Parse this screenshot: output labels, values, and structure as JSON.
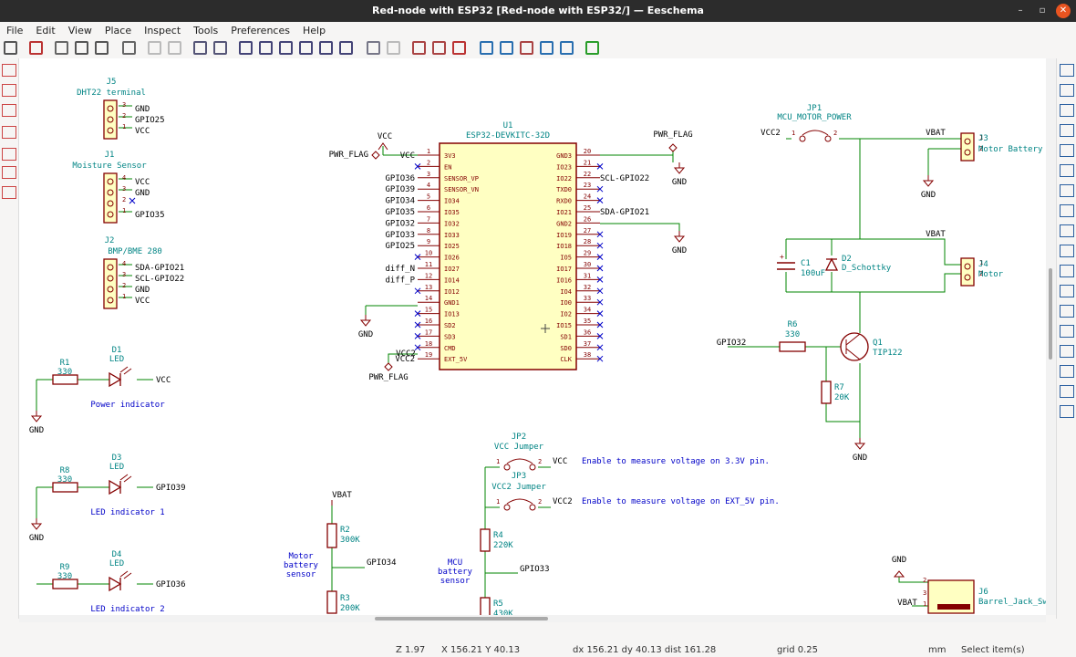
{
  "window": {
    "title": "Red-node with ESP32 [Red-node with ESP32/] — Eeschema",
    "minimize": "–",
    "maximize": "▫",
    "close": "✕"
  },
  "menu": [
    "File",
    "Edit",
    "View",
    "Place",
    "Inspect",
    "Tools",
    "Preferences",
    "Help"
  ],
  "colors": {
    "wire": "#008400",
    "body": "#840000",
    "bodyfill": "#ffffc2",
    "ref": "#008484",
    "val": "#008484",
    "pin": "#840000",
    "label": "#000000",
    "nc": "#0000c8",
    "text": "#0000c8",
    "power": "#840000"
  },
  "schematic": {
    "j5": {
      "ref": "J5",
      "value": "DHT22 terminal",
      "pins": [
        {
          "n": "3",
          "label": "GND"
        },
        {
          "n": "2",
          "label": "GPIO25"
        },
        {
          "n": "1",
          "label": "VCC"
        }
      ]
    },
    "j1": {
      "ref": "J1",
      "value": "Moisture Sensor",
      "pins": [
        {
          "n": "4",
          "label": "VCC"
        },
        {
          "n": "3",
          "label": "GND"
        },
        {
          "n": "2",
          "label": ""
        },
        {
          "n": "1",
          "label": "GPIO35"
        }
      ]
    },
    "j2": {
      "ref": "J2",
      "value": "BMP/BME 280",
      "pins": [
        {
          "n": "4",
          "label": "SDA-GPIO21"
        },
        {
          "n": "3",
          "label": "SCL-GPIO22"
        },
        {
          "n": "2",
          "label": "GND"
        },
        {
          "n": "1",
          "label": "VCC"
        }
      ]
    },
    "u1": {
      "ref": "U1",
      "value": "ESP32-DEVKITC-32D",
      "left_pins": [
        {
          "n": "1",
          "name": "3V3",
          "net": "VCC"
        },
        {
          "n": "2",
          "name": "EN",
          "net": ""
        },
        {
          "n": "3",
          "name": "SENSOR_VP",
          "net": "GPIO36"
        },
        {
          "n": "4",
          "name": "SENSOR_VN",
          "net": "GPIO39"
        },
        {
          "n": "5",
          "name": "IO34",
          "net": "GPIO34"
        },
        {
          "n": "6",
          "name": "IO35",
          "net": "GPIO35"
        },
        {
          "n": "7",
          "name": "IO32",
          "net": "GPIO32"
        },
        {
          "n": "8",
          "name": "IO33",
          "net": "GPIO33"
        },
        {
          "n": "9",
          "name": "IO25",
          "net": "GPIO25"
        },
        {
          "n": "10",
          "name": "IO26",
          "net": ""
        },
        {
          "n": "11",
          "name": "IO27",
          "net": "diff_N"
        },
        {
          "n": "12",
          "name": "IO14",
          "net": "diff_P"
        },
        {
          "n": "13",
          "name": "IO12",
          "net": ""
        },
        {
          "n": "14",
          "name": "GND1",
          "net": ""
        },
        {
          "n": "15",
          "name": "IO13",
          "net": ""
        },
        {
          "n": "16",
          "name": "SD2",
          "net": ""
        },
        {
          "n": "17",
          "name": "SD3",
          "net": ""
        },
        {
          "n": "18",
          "name": "CMD",
          "net": ""
        },
        {
          "n": "19",
          "name": "EXT_5V",
          "net": "VCC2"
        }
      ],
      "right_pins": [
        {
          "n": "20",
          "name": "GND3",
          "net": ""
        },
        {
          "n": "21",
          "name": "IO23",
          "net": ""
        },
        {
          "n": "22",
          "name": "IO22",
          "net": "SCL-GPIO22"
        },
        {
          "n": "23",
          "name": "TXD0",
          "net": ""
        },
        {
          "n": "24",
          "name": "RXD0",
          "net": ""
        },
        {
          "n": "25",
          "name": "IO21",
          "net": "SDA-GPIO21"
        },
        {
          "n": "26",
          "name": "GND2",
          "net": ""
        },
        {
          "n": "27",
          "name": "IO19",
          "net": ""
        },
        {
          "n": "28",
          "name": "IO18",
          "net": ""
        },
        {
          "n": "29",
          "name": "IO5",
          "net": ""
        },
        {
          "n": "30",
          "name": "IO17",
          "net": ""
        },
        {
          "n": "31",
          "name": "IO16",
          "net": ""
        },
        {
          "n": "32",
          "name": "IO4",
          "net": ""
        },
        {
          "n": "33",
          "name": "IO0",
          "net": ""
        },
        {
          "n": "34",
          "name": "IO2",
          "net": ""
        },
        {
          "n": "35",
          "name": "IO15",
          "net": ""
        },
        {
          "n": "36",
          "name": "SD1",
          "net": ""
        },
        {
          "n": "37",
          "name": "SD0",
          "net": ""
        },
        {
          "n": "38",
          "name": "CLK",
          "net": ""
        }
      ]
    },
    "labels": {
      "gnd": "GND",
      "vcc": "VCC",
      "vcc2": "VCC2",
      "vbat": "VBAT",
      "pwr_flag": "PWR_FLAG",
      "gpio32": "GPIO32",
      "gpio34": "GPIO34",
      "gpio33": "GPIO33",
      "gpio39": "GPIO39",
      "gpio36": "GPIO36"
    },
    "jp1": {
      "ref": "JP1",
      "value": "MCU_MOTOR_POWER",
      "p1": "1",
      "p2": "2"
    },
    "j3": {
      "ref": "J3",
      "value": "Motor Battery",
      "p1": "1",
      "p2": "2"
    },
    "j4": {
      "ref": "J4",
      "value": "Motor",
      "p1": "1",
      "p2": "2"
    },
    "c1": {
      "ref": "C1",
      "value": "100uF"
    },
    "d2": {
      "ref": "D2",
      "value": "D_Schottky"
    },
    "r6": {
      "ref": "R6",
      "value": "330"
    },
    "q1": {
      "ref": "Q1",
      "value": "TIP122"
    },
    "r7": {
      "ref": "R7",
      "value": "20K"
    },
    "r1": {
      "ref": "R1",
      "value": "330"
    },
    "d1": {
      "ref": "D1",
      "value": "LED"
    },
    "r8": {
      "ref": "R8",
      "value": "330"
    },
    "d3": {
      "ref": "D3",
      "value": "LED"
    },
    "r9": {
      "ref": "R9",
      "value": "330"
    },
    "d4": {
      "ref": "D4",
      "value": "LED"
    },
    "r2": {
      "ref": "R2",
      "value": "300K"
    },
    "r3": {
      "ref": "R3",
      "value": "200K"
    },
    "r4": {
      "ref": "R4",
      "value": "220K"
    },
    "r5": {
      "ref": "R5",
      "value": "430K"
    },
    "jp2": {
      "ref": "JP2",
      "value": "VCC Jumper",
      "p1": "1",
      "p2": "2"
    },
    "jp3": {
      "ref": "JP3",
      "value": "VCC2 Jumper",
      "p1": "1",
      "p2": "2"
    },
    "j6": {
      "ref": "J6",
      "value": "Barrel_Jack_Switch",
      "p1": "1",
      "p2": "2",
      "p3": "3"
    },
    "notes": {
      "power_indicator": "Power indicator",
      "led1": "LED indicator 1",
      "led2": "LED indicator 2",
      "motor_batt": "Motor battery sensor",
      "mcu_batt": "MCU battery sensor",
      "jp2_note": "Enable to measure voltage on 3.3V pin.",
      "jp3_note": "Enable to measure voltage on EXT_5V pin."
    }
  },
  "status": {
    "zoom": "Z 1.97",
    "xy": "X 156.21  Y 40.13",
    "dxy": "dx 156.21  dy 40.13  dist 161.28",
    "grid": "grid 0.25",
    "units": "mm",
    "mode": "Select item(s)"
  }
}
